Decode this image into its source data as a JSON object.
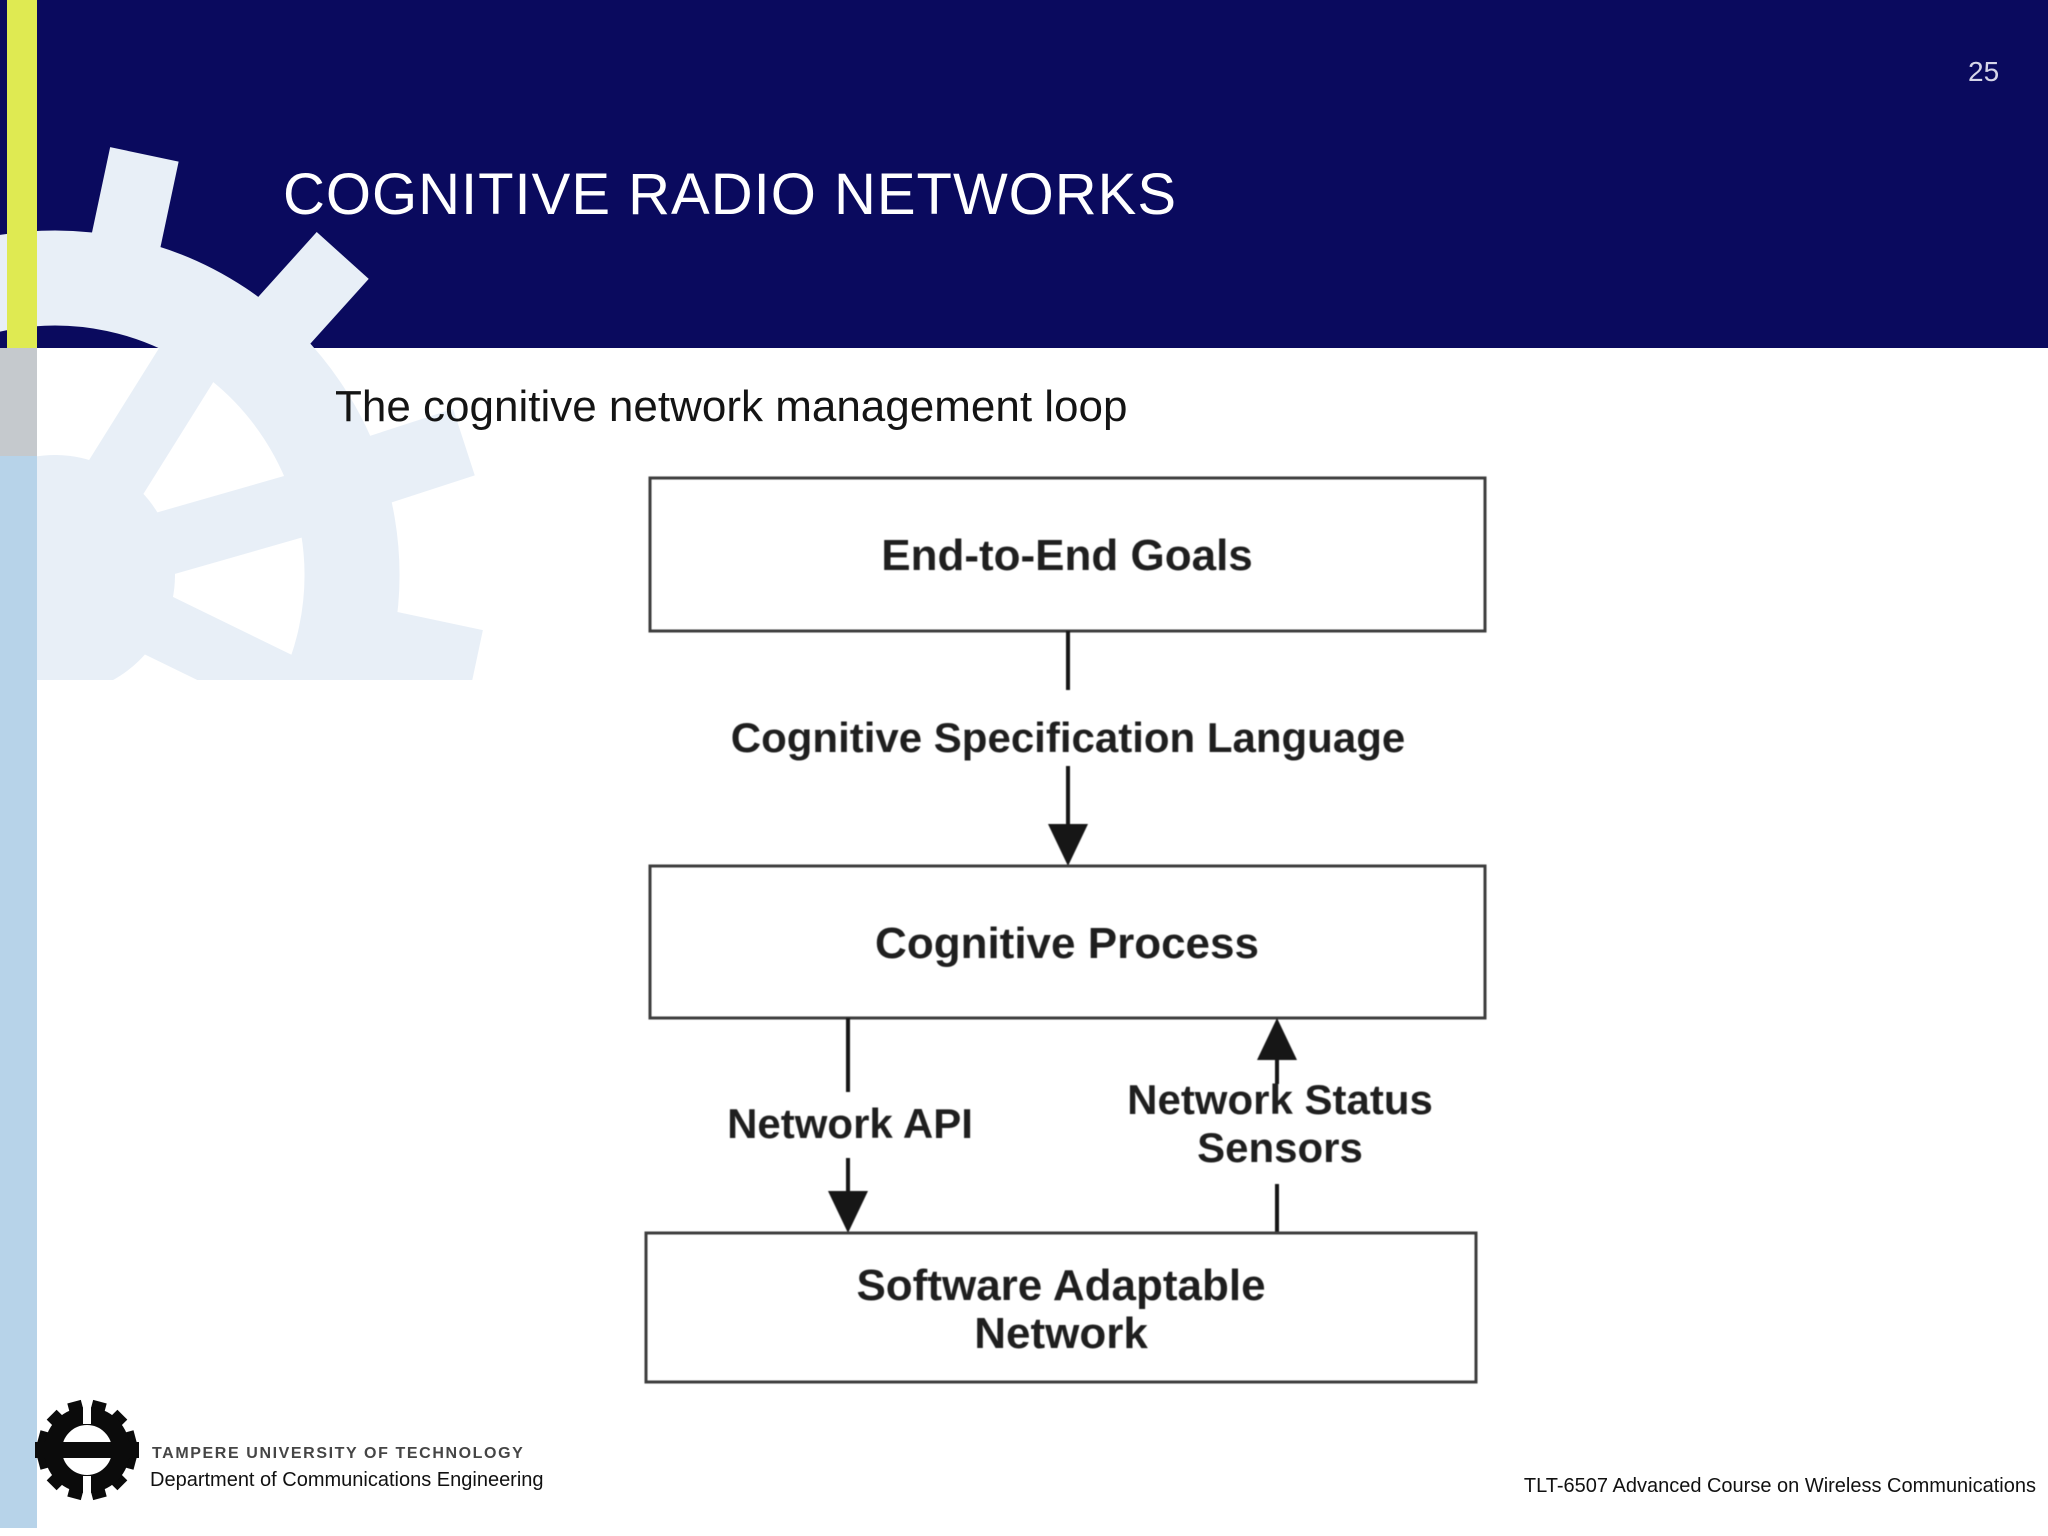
{
  "slide": {
    "page_number": "25",
    "title": "COGNITIVE RADIO NETWORKS",
    "subtitle": "The cognitive network management loop"
  },
  "diagram": {
    "top_box": "End-to-End Goals",
    "edge_top_label": "Cognitive Specification Language",
    "middle_box": "Cognitive Process",
    "edge_left_label": "Network API",
    "edge_right_label_line1": "Network Status",
    "edge_right_label_line2": "Sensors",
    "bottom_box_line1": "Software Adaptable",
    "bottom_box_line2": "Network"
  },
  "footer": {
    "university": "TAMPERE UNIVERSITY OF TECHNOLOGY",
    "department": "Department of Communications Engineering",
    "course": "TLT-6507 Advanced Course on Wireless Communications"
  },
  "colors": {
    "header_navy": "#0a0a5e",
    "accent_yellow": "#dfea52",
    "accent_gray": "#c5c9cd",
    "accent_blue": "#b7d3e9",
    "gear_light": "#e8eff7",
    "diagram_ink": "#1f1f1f"
  }
}
